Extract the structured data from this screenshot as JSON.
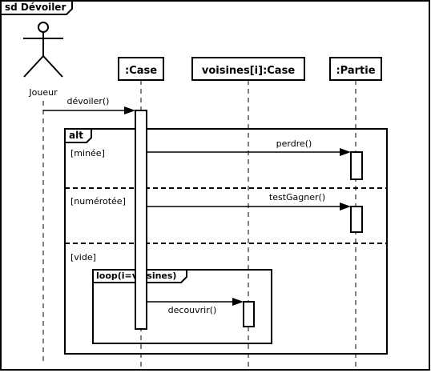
{
  "diagram": {
    "frame_title": "sd Dévoiler",
    "actor": {
      "label": "Joueur",
      "icon": "stick-figure-actor"
    },
    "participants": [
      {
        "label": ":Case"
      },
      {
        "label": "voisines[i]:Case"
      },
      {
        "label": ":Partie"
      }
    ],
    "messages": [
      {
        "label": "dévoiler()"
      },
      {
        "label": "perdre()"
      },
      {
        "label": "testGagner()"
      },
      {
        "label": "decouvrir()"
      }
    ],
    "alt_fragment": {
      "operator": "alt",
      "guards": [
        "[minée]",
        "[numérotée]",
        "[vide]"
      ]
    },
    "loop_fragment": {
      "operator": "loop(i=voisines)"
    }
  }
}
